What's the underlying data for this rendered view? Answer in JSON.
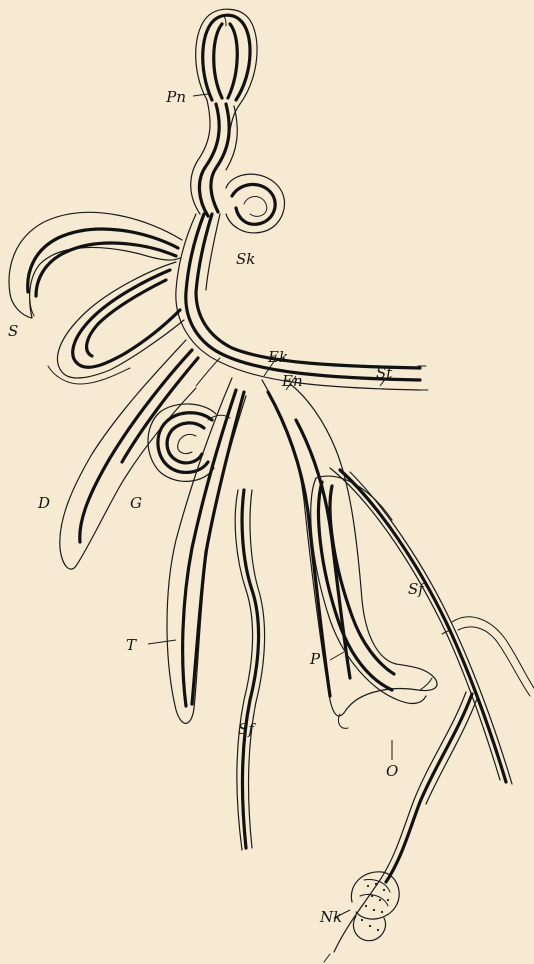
{
  "labels": {
    "pn": "Pn",
    "sk": "Sk",
    "s": "S",
    "ek": "Ek",
    "en": "En",
    "st": "St",
    "d": "D",
    "g": "G",
    "sf_right": "Sf",
    "t": "T",
    "sf_middle": "Sf",
    "p": "P",
    "o": "O",
    "nk": "Nk"
  },
  "colors": {
    "background": "#f6ead2",
    "ink": "#151515"
  }
}
